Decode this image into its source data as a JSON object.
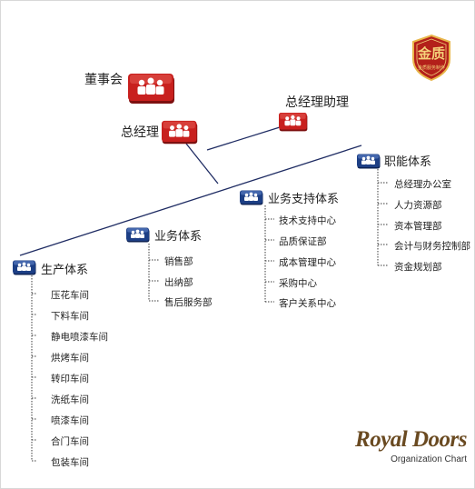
{
  "badge": {
    "top_text": "金质",
    "bottom_text": "金质服务制作"
  },
  "top": {
    "board": "董事会",
    "gm": "总经理",
    "assistant": "总经理助理"
  },
  "divisions": {
    "production": {
      "label": "生产体系",
      "items": [
        "压花车间",
        "下料车间",
        "静电喷漆车间",
        "烘烤车间",
        "转印车间",
        "洗纸车间",
        "喷漆车间",
        "合门车间",
        "包装车间"
      ]
    },
    "sales": {
      "label": "业务体系",
      "items": [
        "销售部",
        "出纳部",
        "售后服务部"
      ]
    },
    "support": {
      "label": "业务支持体系",
      "items": [
        "技术支持中心",
        "品质保证部",
        "成本管理中心",
        "采购中心",
        "客户关系中心"
      ]
    },
    "functional": {
      "label": "职能体系",
      "items": [
        "总经理办公室",
        "人力资源部",
        "资本管理部",
        "会计与财务控制部",
        "资金规划部"
      ]
    }
  },
  "brand": {
    "title": "Royal Doors",
    "subtitle": "Organization Chart"
  },
  "colors": {
    "red": "#c8201e",
    "blue": "#1d3f85",
    "line": "#1f2c63",
    "brand": "#6a4a21"
  }
}
